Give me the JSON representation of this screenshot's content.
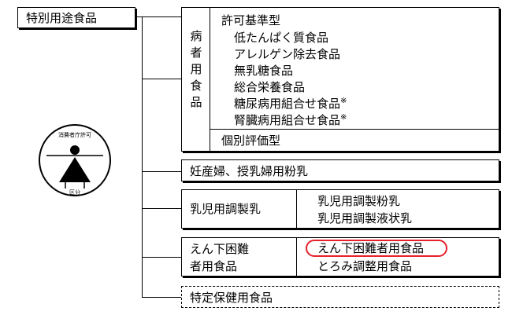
{
  "root": {
    "label": "特別用途食品"
  },
  "sick_food": {
    "vertical_label": "病者用食品",
    "permit_heading": "許可基準型",
    "permit_items": [
      {
        "label": "低たんぱく質食品",
        "mark": ""
      },
      {
        "label": "アレルゲン除去食品",
        "mark": ""
      },
      {
        "label": "無乳糖食品",
        "mark": ""
      },
      {
        "label": "総合栄養食品",
        "mark": ""
      },
      {
        "label": "糖尿病用組合せ食品",
        "mark": "※"
      },
      {
        "label": "腎臓病用組合せ食品",
        "mark": "※"
      }
    ],
    "individual": "個別評価型"
  },
  "pregnant": {
    "label": "妊産婦、授乳婦用粉乳"
  },
  "infant": {
    "label": "乳児用調製乳",
    "items": [
      "乳児用調製粉乳",
      "乳児用調製液状乳"
    ]
  },
  "dysphagia": {
    "label_lines": [
      "えん下困難",
      "者用食品"
    ],
    "items": [
      "えん下困難者用食品",
      "とろみ調整用食品"
    ],
    "highlight_color": "#e8202a"
  },
  "fosh": {
    "label": "特定保健用食品"
  },
  "seal": {
    "top_text": "消費者庁許可",
    "bottom_text": "区分"
  }
}
